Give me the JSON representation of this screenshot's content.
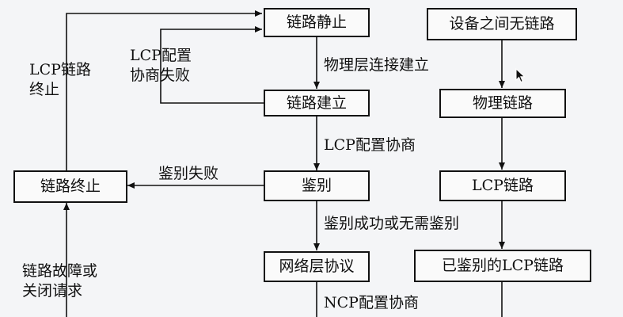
{
  "diagram": {
    "boxes": {
      "link_dead": "链路静止",
      "link_establish": "链路建立",
      "authenticate": "鉴别",
      "network_protocol": "网络层协议",
      "link_terminate": "链路终止",
      "no_link": "设备之间无链路",
      "physical_link": "物理链路",
      "lcp_link": "LCP链路",
      "authenticated_lcp_link": "已鉴别的LCP链路"
    },
    "labels": {
      "physical_established": "物理层连接建立",
      "lcp_negotiation": "LCP配置协商",
      "auth_success": "鉴别成功或无需鉴别",
      "ncp_negotiation": "NCP配置协商",
      "auth_fail": "鉴别失败",
      "lcp_config_fail": "LCP配置\n协商失败",
      "lcp_link_terminated": "LCP链路\n终止",
      "link_fault": "链路故障或\n关闭请求"
    }
  }
}
